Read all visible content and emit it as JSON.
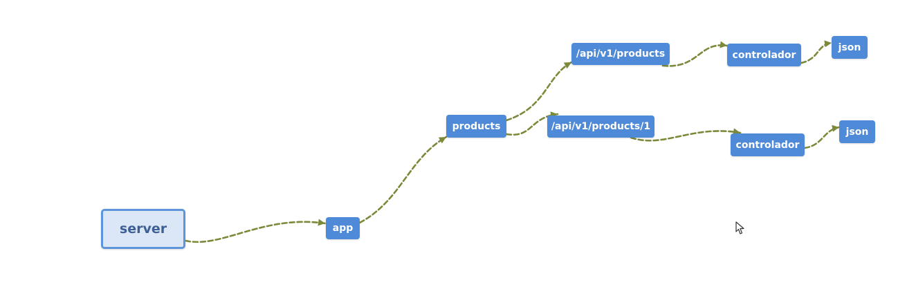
{
  "diagram": {
    "nodes": [
      {
        "id": "server",
        "label": "server"
      },
      {
        "id": "app",
        "label": "app"
      },
      {
        "id": "products",
        "label": "products"
      },
      {
        "id": "route_products",
        "label": "/api/v1/products"
      },
      {
        "id": "route_product_one",
        "label": "/api/v1/products/1"
      },
      {
        "id": "controller_1",
        "label": "controlador"
      },
      {
        "id": "controller_2",
        "label": "controlador"
      },
      {
        "id": "json_1",
        "label": "json"
      },
      {
        "id": "json_2",
        "label": "json"
      }
    ],
    "edges": [
      {
        "from": "server",
        "to": "app"
      },
      {
        "from": "app",
        "to": "products"
      },
      {
        "from": "products",
        "to": "route_products"
      },
      {
        "from": "products",
        "to": "route_product_one"
      },
      {
        "from": "route_products",
        "to": "controller_1"
      },
      {
        "from": "route_product_one",
        "to": "controller_2"
      },
      {
        "from": "controller_1",
        "to": "json_1"
      },
      {
        "from": "controller_2",
        "to": "json_2"
      }
    ],
    "colors": {
      "node_fill": "#4f8ad8",
      "root_fill": "#dbe6f6",
      "root_border": "#5d94dc",
      "root_text": "#3d5f95",
      "edge": "#7a8a3a"
    }
  }
}
